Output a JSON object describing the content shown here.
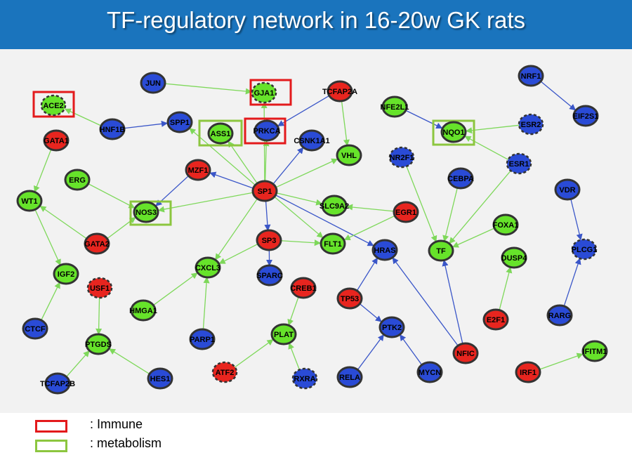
{
  "title": "TF-regulatory network in 16-20w GK rats",
  "colors": {
    "header_bg": "#1a74bd",
    "node_red": "#e8251f",
    "node_blue": "#2a4bd6",
    "node_green": "#66e32a",
    "edge_green": "#7ed85a",
    "edge_blue": "#3a56c8",
    "immune_box": "#e31a1c",
    "metabolism_box": "#8cc63f"
  },
  "legend": {
    "immune_label": ": Immune",
    "metabolism_label": ": metabolism"
  },
  "nodes": [
    {
      "id": "JUN",
      "label": "JUN",
      "color": "blue",
      "style": "solid"
    },
    {
      "id": "GJA1",
      "label": "GJA1",
      "color": "green",
      "style": "dashed",
      "highlight": "immune"
    },
    {
      "id": "TCFAP2A",
      "label": "TCFAP2A",
      "color": "red",
      "style": "solid"
    },
    {
      "id": "ACE2",
      "label": "ACE2",
      "color": "green",
      "style": "dashed",
      "highlight": "immune"
    },
    {
      "id": "HNF1B",
      "label": "HNF1B",
      "color": "blue",
      "style": "solid"
    },
    {
      "id": "SPP1",
      "label": "SPP1",
      "color": "blue",
      "style": "solid"
    },
    {
      "id": "ASS1",
      "label": "ASS1",
      "color": "green",
      "style": "solid",
      "highlight": "metabolism"
    },
    {
      "id": "PRKCA",
      "label": "PRKCA",
      "color": "blue",
      "style": "solid",
      "highlight": "immune"
    },
    {
      "id": "CSNK1A1",
      "label": "CSNK1A1",
      "color": "blue",
      "style": "solid"
    },
    {
      "id": "NFE2L1",
      "label": "NFE2L1",
      "color": "green",
      "style": "solid"
    },
    {
      "id": "NRF1",
      "label": "NRF1",
      "color": "blue",
      "style": "solid"
    },
    {
      "id": "EIF2S1",
      "label": "EIF2S1",
      "color": "blue",
      "style": "solid"
    },
    {
      "id": "NQO1",
      "label": "NQO1",
      "color": "green",
      "style": "solid",
      "highlight": "metabolism"
    },
    {
      "id": "ESR2",
      "label": "ESR2",
      "color": "blue",
      "style": "dashed"
    },
    {
      "id": "GATA1",
      "label": "GATA1",
      "color": "red",
      "style": "solid"
    },
    {
      "id": "MZF1",
      "label": "MZF1",
      "color": "red",
      "style": "solid"
    },
    {
      "id": "VHL",
      "label": "VHL",
      "color": "green",
      "style": "solid"
    },
    {
      "id": "NR2F1",
      "label": "NR2F1",
      "color": "blue",
      "style": "dashed"
    },
    {
      "id": "ESR1",
      "label": "ESR1",
      "color": "blue",
      "style": "dashed"
    },
    {
      "id": "ERG",
      "label": "ERG",
      "color": "green",
      "style": "solid"
    },
    {
      "id": "CEBPA",
      "label": "CEBPA",
      "color": "blue",
      "style": "solid"
    },
    {
      "id": "VDR",
      "label": "VDR",
      "color": "blue",
      "style": "solid"
    },
    {
      "id": "WT1",
      "label": "WT1",
      "color": "green",
      "style": "solid"
    },
    {
      "id": "SP1",
      "label": "SP1",
      "color": "red",
      "style": "solid"
    },
    {
      "id": "SLC9A2",
      "label": "SLC9A2",
      "color": "green",
      "style": "solid"
    },
    {
      "id": "EGR1",
      "label": "EGR1",
      "color": "red",
      "style": "solid"
    },
    {
      "id": "NOS3",
      "label": "NOS3",
      "color": "green",
      "style": "solid",
      "highlight": "metabolism"
    },
    {
      "id": "FOXA1",
      "label": "FOXA1",
      "color": "green",
      "style": "solid"
    },
    {
      "id": "PLCG1",
      "label": "PLCG1",
      "color": "blue",
      "style": "dashed"
    },
    {
      "id": "GATA2",
      "label": "GATA2",
      "color": "red",
      "style": "solid"
    },
    {
      "id": "SP3",
      "label": "SP3",
      "color": "red",
      "style": "solid"
    },
    {
      "id": "FLT1",
      "label": "FLT1",
      "color": "green",
      "style": "solid"
    },
    {
      "id": "HRAS",
      "label": "HRAS",
      "color": "blue",
      "style": "solid"
    },
    {
      "id": "TF",
      "label": "TF",
      "color": "green",
      "style": "solid"
    },
    {
      "id": "CXCL3",
      "label": "CXCL3",
      "color": "green",
      "style": "solid"
    },
    {
      "id": "DUSP4",
      "label": "DUSP4",
      "color": "green",
      "style": "solid"
    },
    {
      "id": "IGF2",
      "label": "IGF2",
      "color": "green",
      "style": "solid"
    },
    {
      "id": "SPARC",
      "label": "SPARC",
      "color": "blue",
      "style": "solid"
    },
    {
      "id": "USF1",
      "label": "USF1",
      "color": "red",
      "style": "dashed"
    },
    {
      "id": "CREB1",
      "label": "CREB1",
      "color": "red",
      "style": "solid"
    },
    {
      "id": "TP53",
      "label": "TP53",
      "color": "red",
      "style": "solid"
    },
    {
      "id": "HMGA1",
      "label": "HMGA1",
      "color": "green",
      "style": "solid"
    },
    {
      "id": "RARG",
      "label": "RARG",
      "color": "blue",
      "style": "solid"
    },
    {
      "id": "CTCF",
      "label": "CTCF",
      "color": "blue",
      "style": "solid"
    },
    {
      "id": "PTK2",
      "label": "PTK2",
      "color": "blue",
      "style": "solid"
    },
    {
      "id": "E2F1",
      "label": "E2F1",
      "color": "red",
      "style": "solid"
    },
    {
      "id": "PLAT",
      "label": "PLAT",
      "color": "green",
      "style": "solid"
    },
    {
      "id": "PARP1",
      "label": "PARP1",
      "color": "blue",
      "style": "solid"
    },
    {
      "id": "PTGDS",
      "label": "PTGDS",
      "color": "green",
      "style": "solid"
    },
    {
      "id": "NFIC",
      "label": "NFIC",
      "color": "red",
      "style": "solid"
    },
    {
      "id": "IFITM1",
      "label": "IFITM1",
      "color": "green",
      "style": "solid"
    },
    {
      "id": "ATF2",
      "label": "ATF2",
      "color": "red",
      "style": "dashed"
    },
    {
      "id": "MYCN",
      "label": "MYCN",
      "color": "blue",
      "style": "solid"
    },
    {
      "id": "IRF1",
      "label": "IRF1",
      "color": "red",
      "style": "solid"
    },
    {
      "id": "TCFAP2B",
      "label": "TCFAP2B",
      "color": "blue",
      "style": "solid"
    },
    {
      "id": "HES1",
      "label": "HES1",
      "color": "blue",
      "style": "solid"
    },
    {
      "id": "RXRA",
      "label": "RXRA",
      "color": "blue",
      "style": "dashed"
    },
    {
      "id": "RELA",
      "label": "RELA",
      "color": "blue",
      "style": "solid"
    }
  ],
  "edges": [
    {
      "source": "JUN",
      "target": "GJA1",
      "color": "green"
    },
    {
      "source": "TCFAP2A",
      "target": "PRKCA",
      "color": "blue"
    },
    {
      "source": "TCFAP2A",
      "target": "VHL",
      "color": "green"
    },
    {
      "source": "HNF1B",
      "target": "ACE2",
      "color": "green"
    },
    {
      "source": "HNF1B",
      "target": "SPP1",
      "color": "blue"
    },
    {
      "source": "NRF1",
      "target": "EIF2S1",
      "color": "blue"
    },
    {
      "source": "NFE2L1",
      "target": "NQO1",
      "color": "blue"
    },
    {
      "source": "ESR2",
      "target": "NQO1",
      "color": "green"
    },
    {
      "source": "ESR1",
      "target": "NQO1",
      "color": "green"
    },
    {
      "source": "ESR1",
      "target": "TF",
      "color": "green"
    },
    {
      "source": "NR2F1",
      "target": "TF",
      "color": "green"
    },
    {
      "source": "CEBPA",
      "target": "TF",
      "color": "green"
    },
    {
      "source": "FOXA1",
      "target": "TF",
      "color": "green"
    },
    {
      "source": "NFIC",
      "target": "TF",
      "color": "blue"
    },
    {
      "source": "NFIC",
      "target": "HRAS",
      "color": "blue"
    },
    {
      "source": "VDR",
      "target": "PLCG1",
      "color": "blue"
    },
    {
      "source": "RARG",
      "target": "PLCG1",
      "color": "blue"
    },
    {
      "source": "E2F1",
      "target": "DUSP4",
      "color": "green"
    },
    {
      "source": "IRF1",
      "target": "IFITM1",
      "color": "green"
    },
    {
      "source": "GATA1",
      "target": "WT1",
      "color": "green"
    },
    {
      "source": "GATA2",
      "target": "WT1",
      "color": "green"
    },
    {
      "source": "GATA2",
      "target": "NOS3",
      "color": "green"
    },
    {
      "source": "WT1",
      "target": "IGF2",
      "color": "green"
    },
    {
      "source": "CTCF",
      "target": "IGF2",
      "color": "green"
    },
    {
      "source": "ERG",
      "target": "NOS3",
      "color": "green"
    },
    {
      "source": "MZF1",
      "target": "NOS3",
      "color": "blue"
    },
    {
      "source": "SP1",
      "target": "NOS3",
      "color": "green"
    },
    {
      "source": "SP1",
      "target": "SPP1",
      "color": "green"
    },
    {
      "source": "SP1",
      "target": "ASS1",
      "color": "green"
    },
    {
      "source": "SP1",
      "target": "PRKCA",
      "color": "green"
    },
    {
      "source": "SP1",
      "target": "GJA1",
      "color": "green"
    },
    {
      "source": "SP1",
      "target": "CSNK1A1",
      "color": "blue"
    },
    {
      "source": "SP1",
      "target": "VHL",
      "color": "green"
    },
    {
      "source": "SP1",
      "target": "SLC9A2",
      "color": "green"
    },
    {
      "source": "SP1",
      "target": "FLT1",
      "color": "green"
    },
    {
      "source": "SP1",
      "target": "HRAS",
      "color": "blue"
    },
    {
      "source": "SP1",
      "target": "CXCL3",
      "color": "green"
    },
    {
      "source": "SP1",
      "target": "SP3",
      "color": "blue"
    },
    {
      "source": "SP1",
      "target": "MZF1",
      "color": "blue"
    },
    {
      "source": "EGR1",
      "target": "SLC9A2",
      "color": "green"
    },
    {
      "source": "EGR1",
      "target": "FLT1",
      "color": "green"
    },
    {
      "source": "SP3",
      "target": "FLT1",
      "color": "green"
    },
    {
      "source": "SP3",
      "target": "CXCL3",
      "color": "green"
    },
    {
      "source": "SP3",
      "target": "SPARC",
      "color": "blue"
    },
    {
      "source": "HMGA1",
      "target": "CXCL3",
      "color": "green"
    },
    {
      "source": "PARP1",
      "target": "CXCL3",
      "color": "green"
    },
    {
      "source": "USF1",
      "target": "PTGDS",
      "color": "green"
    },
    {
      "source": "TCFAP2B",
      "target": "PTGDS",
      "color": "green"
    },
    {
      "source": "HES1",
      "target": "PTGDS",
      "color": "green"
    },
    {
      "source": "CREB1",
      "target": "PLAT",
      "color": "green"
    },
    {
      "source": "ATF2",
      "target": "PLAT",
      "color": "green"
    },
    {
      "source": "RXRA",
      "target": "PLAT",
      "color": "green"
    },
    {
      "source": "TP53",
      "target": "HRAS",
      "color": "blue"
    },
    {
      "source": "TP53",
      "target": "PTK2",
      "color": "blue"
    },
    {
      "source": "RELA",
      "target": "PTK2",
      "color": "blue"
    },
    {
      "source": "MYCN",
      "target": "PTK2",
      "color": "blue"
    }
  ]
}
